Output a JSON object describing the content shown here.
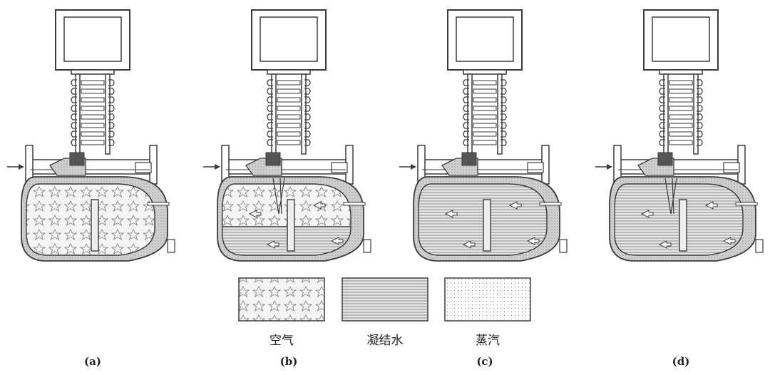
{
  "panels": [
    {
      "caption": "(a)",
      "fill": "air",
      "condensate_level": 0
    },
    {
      "caption": "(b)",
      "fill": "air",
      "condensate_level": 0.4
    },
    {
      "caption": "(c)",
      "fill": "condensate",
      "condensate_level": 1.0
    },
    {
      "caption": "(d)",
      "fill": "condensate",
      "condensate_level": 1.0
    }
  ],
  "legend": [
    {
      "pattern": "air",
      "label": "空气"
    },
    {
      "pattern": "condensate",
      "label": "凝结水"
    },
    {
      "pattern": "steam",
      "label": "蒸汽"
    }
  ],
  "colors": {
    "line": "#3a3a3a",
    "fill_gray": "#d9d9d9",
    "dark": "#555555"
  }
}
